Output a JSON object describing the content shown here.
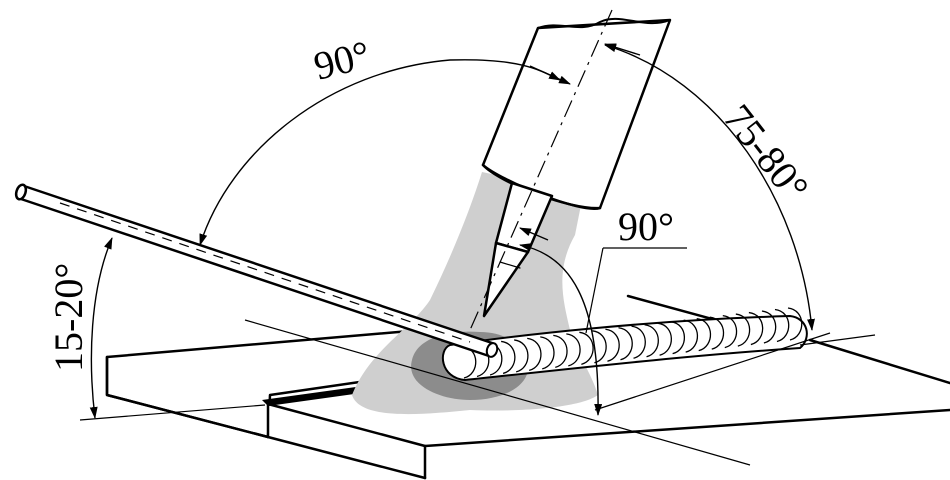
{
  "labels": {
    "angle_top": "90°",
    "angle_right": "75-80°",
    "angle_torch": "90°",
    "angle_left": "15-20°"
  },
  "colors": {
    "line": "#000000",
    "background": "#ffffff",
    "shielding_gas": "#cfcfcf",
    "weld_pool": "#8c8c8c",
    "weld_bead": "#ffffff"
  }
}
